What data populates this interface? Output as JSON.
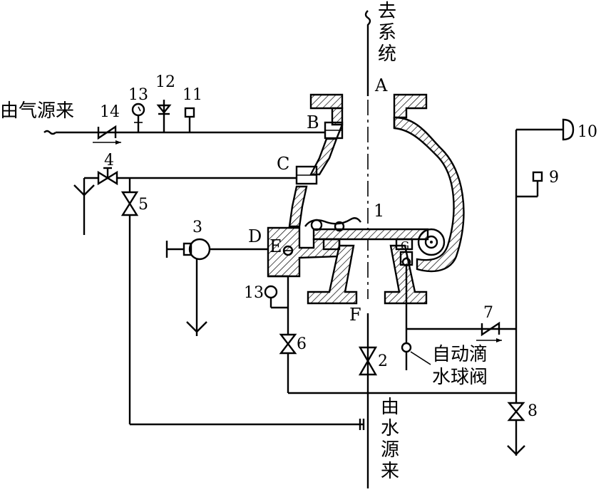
{
  "labels": {
    "top_outlet": [
      "去",
      "系",
      "统"
    ],
    "air_source": "由气源来",
    "water_source": [
      "由",
      "水",
      "源",
      "来"
    ],
    "drip_valve_line1": "自动滴",
    "drip_valve_line2": "水球阀",
    "point_a": "A",
    "point_b": "B",
    "point_c": "C",
    "point_d": "D",
    "point_e": "E",
    "point_f": "F",
    "point_g": "G",
    "clapper_number": "1"
  },
  "components": [
    {
      "id": "2",
      "label": "2"
    },
    {
      "id": "3",
      "label": "3"
    },
    {
      "id": "4",
      "label": "4"
    },
    {
      "id": "5",
      "label": "5"
    },
    {
      "id": "6",
      "label": "6"
    },
    {
      "id": "7",
      "label": "7"
    },
    {
      "id": "8",
      "label": "8"
    },
    {
      "id": "9",
      "label": "9"
    },
    {
      "id": "10",
      "label": "10"
    },
    {
      "id": "11",
      "label": "11"
    },
    {
      "id": "12",
      "label": "12"
    },
    {
      "id": "13a",
      "label": "13"
    },
    {
      "id": "13b",
      "label": "13"
    },
    {
      "id": "14",
      "label": "14"
    }
  ]
}
